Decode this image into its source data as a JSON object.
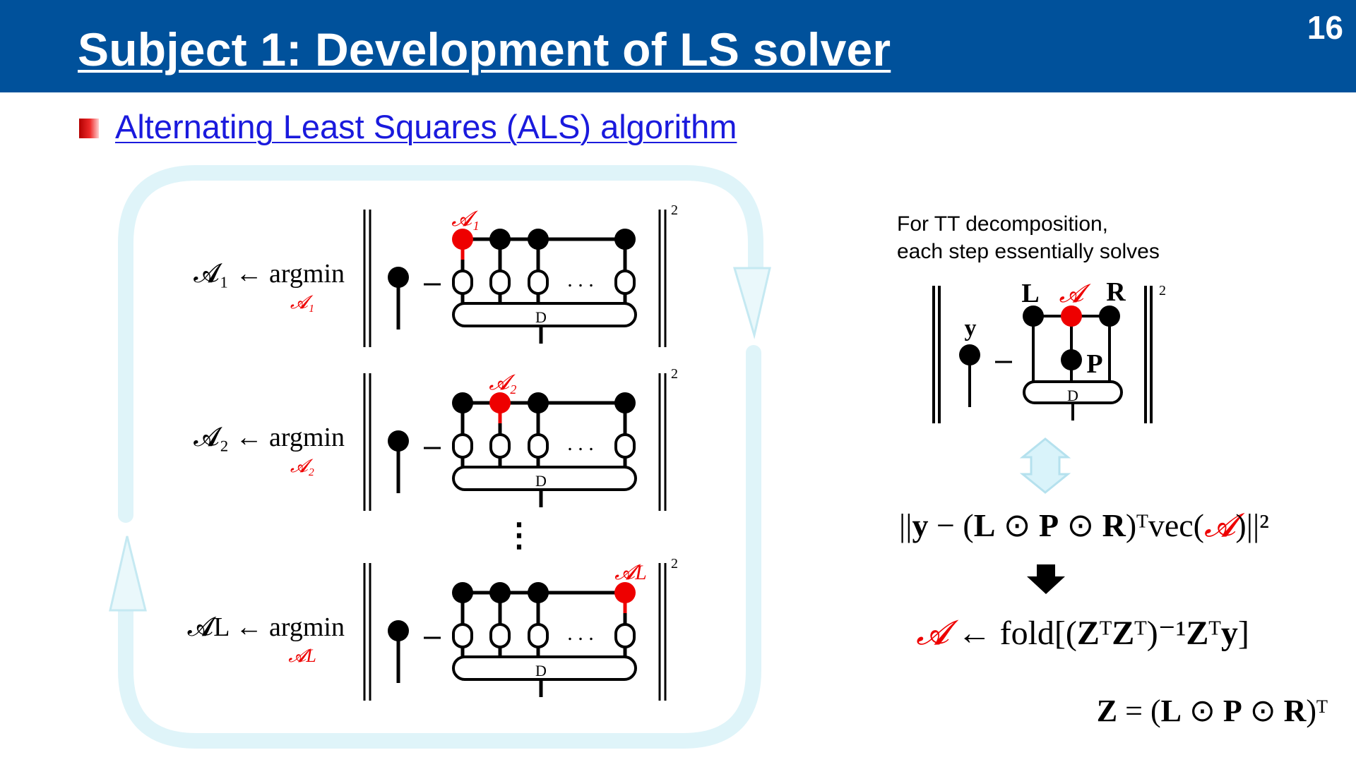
{
  "header": {
    "title": "Subject 1: Development of LS solver",
    "page_number": "16"
  },
  "section": {
    "heading": "Alternating Least Squares (ALS) algorithm"
  },
  "als_steps": [
    {
      "lhs": "𝓐₁ ← argmin",
      "argmin_sub": "𝓐₁",
      "core_label": "𝓐₁",
      "dense_label": "D",
      "dots": ". . .",
      "norm_power": "2"
    },
    {
      "lhs": "𝓐₂ ← argmin",
      "argmin_sub": "𝓐₂",
      "core_label": "𝓐₂",
      "dense_label": "D",
      "dots": ". . .",
      "norm_power": "2"
    },
    {
      "lhs": "𝓐L ← argmin",
      "argmin_sub": "𝓐L",
      "core_label": "𝓐L",
      "dense_label": "D",
      "dots": ". . .",
      "norm_power": "2"
    }
  ],
  "vertical_ellipsis": "⋮",
  "tt_note": {
    "line1": "For TT decomposition,",
    "line2": "each step essentially solves"
  },
  "tt_diagram": {
    "y_label": "y",
    "left_label": "L",
    "core_label": "𝓐",
    "right_label": "R",
    "middle_label": "P",
    "dense_label": "D",
    "norm_power": "2"
  },
  "equations": {
    "objective": "||y − (L ⊙ P ⊙ R)ᵀvec(𝓐)||²",
    "update": "𝓐 ← fold[(ZᵀZᵀ)⁻¹Zᵀy]",
    "z_def": "Z = (L ⊙ P ⊙ R)ᵀ"
  },
  "colors": {
    "header_bg": "#00519b",
    "accent_red": "#ee0000",
    "link_blue": "#1a1add",
    "cycle_arrow": "#e6f7fb"
  }
}
